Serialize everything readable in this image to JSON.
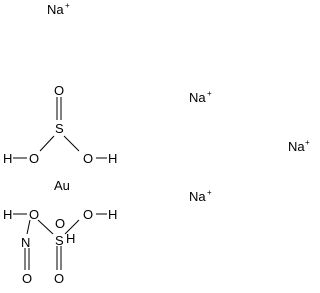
{
  "ions": {
    "na1": {
      "symbol": "Na",
      "charge": "+"
    },
    "na2": {
      "symbol": "Na",
      "charge": "+"
    },
    "na3": {
      "symbol": "Na",
      "charge": "+"
    },
    "na4": {
      "symbol": "Na",
      "charge": "+"
    },
    "gold": {
      "symbol": "Au"
    }
  },
  "sulfurous_acid": {
    "o_top": "O",
    "s": "S",
    "o_left": "O",
    "h_left": "H",
    "o_right": "O",
    "h_right": "H"
  },
  "lower_fragment": {
    "h_left": "H",
    "o_left": "O",
    "o_mid": "O",
    "o_right": "O",
    "h_right": "H",
    "s": "S",
    "h_mid": "H",
    "n": "N",
    "o_bottom_left": "O",
    "o_bottom": "O"
  }
}
